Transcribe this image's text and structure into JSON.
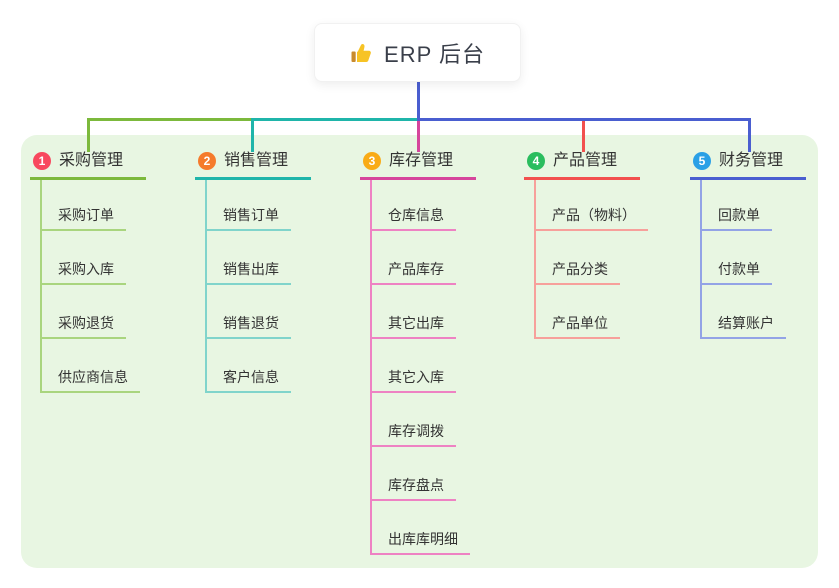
{
  "root": {
    "label": "ERP 后台",
    "icon": "thumbs-up-icon",
    "icon_color": "#f7c325"
  },
  "canvas": {
    "background_color": "#ffffff",
    "panel_color": "#e8f6e2",
    "trunk_color": "#4a5ed0",
    "text_color": "#333333"
  },
  "branches": [
    {
      "number": "1",
      "label": "采购管理",
      "badge_color": "#f8485e",
      "line_color": "#7cb93c",
      "sub_line_color": "#a9d57e",
      "items": [
        "采购订单",
        "采购入库",
        "采购退货",
        "供应商信息"
      ]
    },
    {
      "number": "2",
      "label": "销售管理",
      "badge_color": "#f57b2c",
      "line_color": "#1fb5aa",
      "sub_line_color": "#80d4cb",
      "items": [
        "销售订单",
        "销售出库",
        "销售退货",
        "客户信息"
      ]
    },
    {
      "number": "3",
      "label": "库存管理",
      "badge_color": "#f9ab16",
      "line_color": "#d6459c",
      "sub_line_color": "#ee82c3",
      "items": [
        "仓库信息",
        "产品库存",
        "其它出库",
        "其它入库",
        "库存调拨",
        "库存盘点",
        "出库库明细"
      ]
    },
    {
      "number": "4",
      "label": "产品管理",
      "badge_color": "#2abd5e",
      "line_color": "#f2504e",
      "sub_line_color": "#f7a09b",
      "items": [
        "产品（物料）",
        "产品分类",
        "产品单位"
      ]
    },
    {
      "number": "5",
      "label": "财务管理",
      "badge_color": "#2aa0e6",
      "line_color": "#4a5ed0",
      "sub_line_color": "#93a3e6",
      "items": [
        "回款单",
        "付款单",
        "结算账户"
      ]
    }
  ]
}
